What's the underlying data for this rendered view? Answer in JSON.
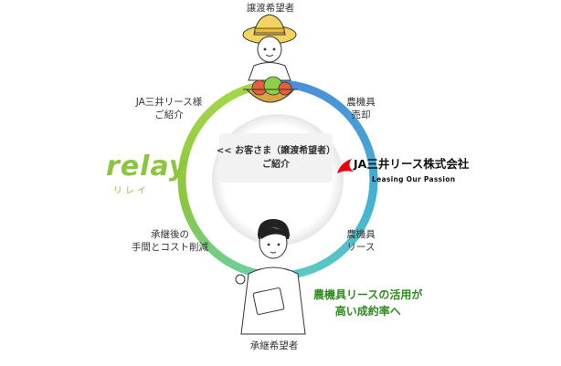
{
  "nodes": {
    "transferor": "譲渡希望者",
    "successor": "承継希望者"
  },
  "steps": {
    "ja_intro_line1": "JA三井リース様",
    "ja_intro_line2": "ご紹介",
    "equipment_sale_line1": "農機具",
    "equipment_sale_line2": "売却",
    "equipment_lease_line1": "農機具",
    "equipment_lease_line2": "リース",
    "cost_cut_line1": "承継後の",
    "cost_cut_line2": "手間とコスト削減"
  },
  "center": {
    "line1": "<< お客さま（譲渡希望者）",
    "line2": "ご紹介"
  },
  "relay_logo": {
    "word": "relay",
    "kana": "リレイ"
  },
  "ja_logo": {
    "name": "JA三井リース株式会社",
    "tagline": "Leasing Our Passion"
  },
  "highlight": {
    "line1": "農機具リースの活用が",
    "line2": "高い成約率へ"
  },
  "colors": {
    "green": "#8cc63f",
    "blue": "#4a90d9",
    "teal": "#4cc3cf",
    "highlight": "#2e8b1e",
    "ja_red": "#e60012"
  }
}
